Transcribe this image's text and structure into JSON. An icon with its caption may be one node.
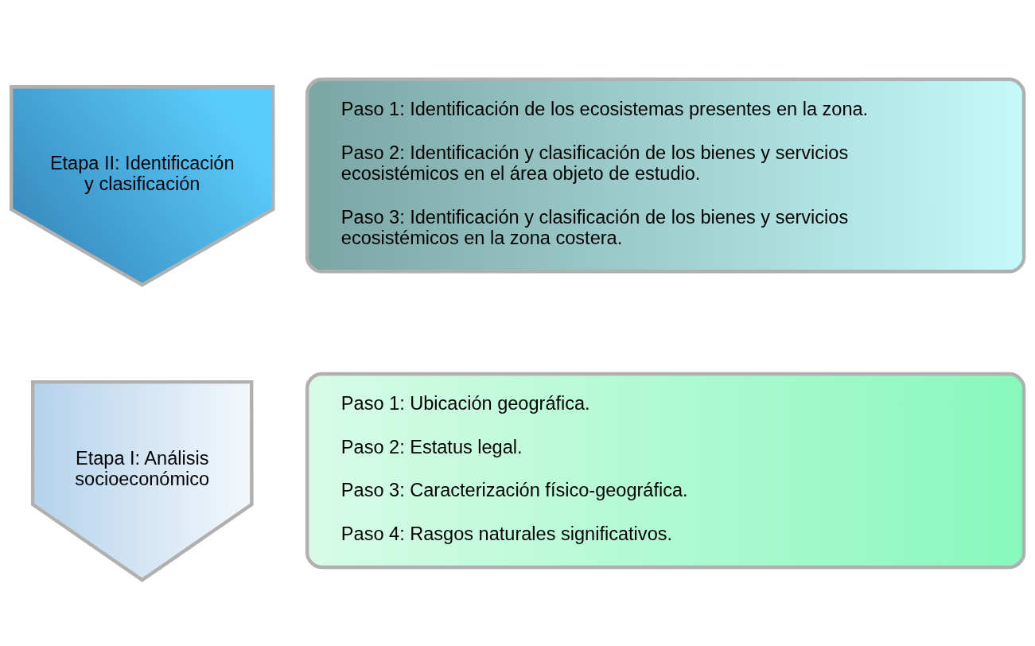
{
  "diagram": {
    "nodes": [
      {
        "text": [
          "Etapa I: Análisis socioeconómico"
        ]
      },
      {
        "text": [
          "Paso 1: Ubicación geográfica.",
          "Paso 2: Estatus legal.",
          "Paso 3: Caracterización físico-geográfica.",
          "Paso 4: Rasgos naturales significativos."
        ]
      },
      {
        "text": [
          "Etapa II: Identificación y clasificación"
        ]
      },
      {
        "text": [
          "Paso 1: Identificación de los ecosistemas presentes en la zona.",
          "Paso 2: Identificación y clasificación de los bienes y servicios ecosistémicos en el área objeto de estudio.",
          "Paso 3: Identificación y clasificación de los bienes y servicios ecosistémicos en la zona costera."
        ]
      }
    ],
    "edges": []
  }
}
